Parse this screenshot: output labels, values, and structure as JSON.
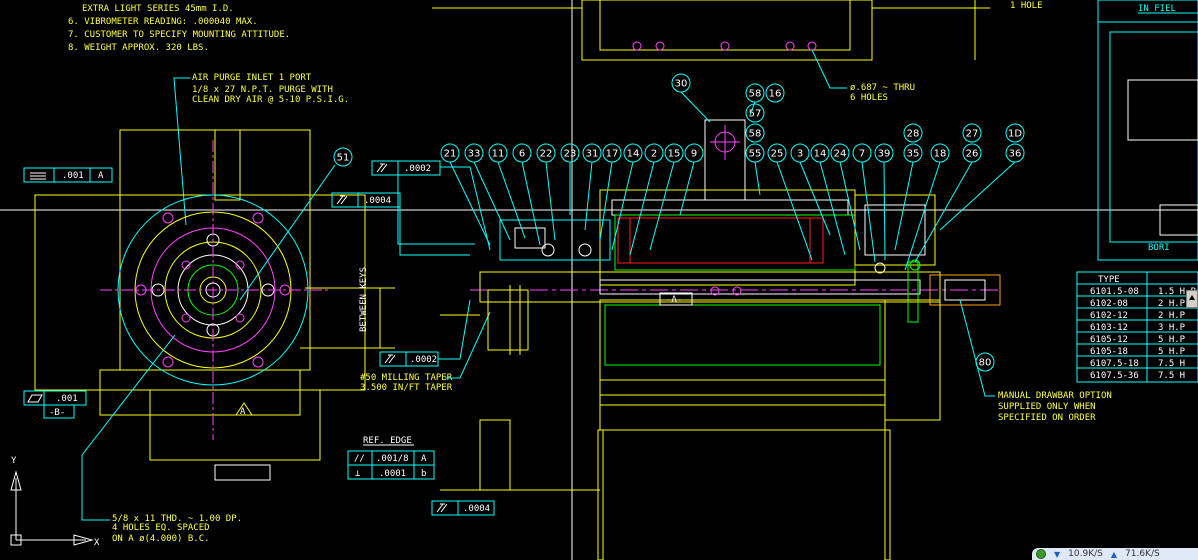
{
  "notes": {
    "line5": "EXTRA LIGHT SERIES 45mm I.D.",
    "line6": "6. VIBROMETER READING:  .000040 MAX.",
    "line7": "7. CUSTOMER TO SPECIFY MOUNTING ATTITUDE.",
    "line8": "8. WEIGHT APPROX.  320 LBS."
  },
  "callouts": {
    "air_purge_1": "AIR PURGE INLET 1 PORT",
    "air_purge_2": "1/8 x 27 N.P.T. PURGE WITH",
    "air_purge_3": "CLEAN DRY AIR @ 5-10 P.S.I.G.",
    "thru_holes_1": "ø.687 ~ THRU",
    "thru_holes_2": "6 HOLES",
    "one_hole": "1 HOLE",
    "in_field": "IN FIEL",
    "between_keys": "BETWEEN KEYS",
    "taper_1": "#50 MILLING TAPER",
    "taper_2": "3.500 IN/FT TAPER",
    "drawbar_1": "MANUAL DRAWBAR OPTION",
    "drawbar_2": "SUPPLIED ONLY WHEN",
    "drawbar_3": "SPECIFIED ON ORDER",
    "thread_1": "5/8 x 11 THD. ~ 1.00 DP.",
    "thread_2": "4 HOLES EQ. SPACED",
    "thread_3": "ON A ø(4.000) B.C.",
    "bori": "BORI",
    "ref_edge": "REF. EDGE",
    "datum_a_center": "A"
  },
  "balloons": [
    "30",
    "58",
    "16",
    "57",
    "58",
    "28",
    "27",
    "1D",
    "21",
    "33",
    "11",
    "6",
    "22",
    "23",
    "31",
    "17",
    "14",
    "2",
    "15",
    "9",
    "55",
    "25",
    "3",
    "14",
    "24",
    "7",
    "39",
    "35",
    "18",
    "26",
    "36",
    "51",
    "80"
  ],
  "tolerances": {
    "flat_value": ".001",
    "flat_ref": "A",
    "runout_top_value": ".0002",
    "runout_mid_value": ".0004",
    "runout_low_value": ".0002",
    "runout_bottom_value": ".0004",
    "parallel_value": ".001",
    "datum_b": "-B-",
    "datum_a": "-A-",
    "ref_row1_sym": "//",
    "ref_row1_value": ".001/8",
    "ref_row1_ref": "A",
    "ref_row2_sym": "⊥",
    "ref_row2_value": ".0001",
    "ref_row2_ref": "b"
  },
  "table": {
    "header_type": "TYPE",
    "rows": [
      {
        "type": "6101.5-08",
        "hp": "1.5 H.P"
      },
      {
        "type": "6102-08",
        "hp": "2 H.P"
      },
      {
        "type": "6102-12",
        "hp": "2 H.P"
      },
      {
        "type": "6103-12",
        "hp": "3 H.P"
      },
      {
        "type": "6105-12",
        "hp": "5 H.P"
      },
      {
        "type": "6105-18",
        "hp": "5 H.P"
      },
      {
        "type": "6107.5-18",
        "hp": "7.5 H"
      },
      {
        "type": "6107.5-36",
        "hp": "7.5 H"
      }
    ]
  },
  "ucs": {
    "y_label": "Y",
    "x_label": "X"
  },
  "tray": {
    "download": "10.9K/S",
    "upload": "71.6K/S"
  },
  "colors": {
    "background": "#000000",
    "cyan": "#00ffff",
    "yellow": "#ffff00",
    "green": "#00ff00",
    "magenta": "#ff40ff",
    "red": "#ff2020"
  }
}
